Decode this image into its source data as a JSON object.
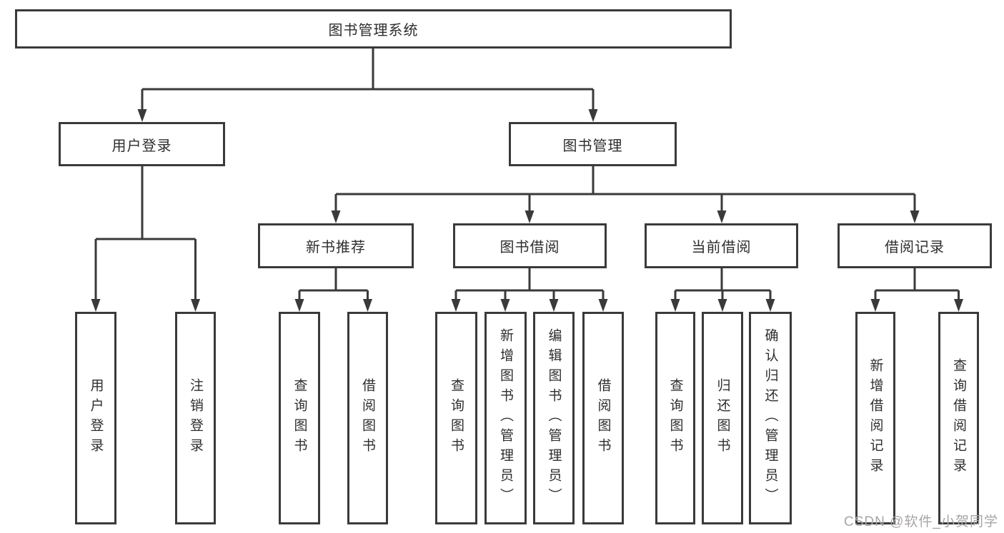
{
  "diagram": {
    "type": "hierarchy-tree",
    "title": "图书管理系统"
  },
  "nodes": {
    "root": {
      "label": "图书管理系统",
      "level": 1
    },
    "user_login": {
      "label": "用户登录",
      "level": 2
    },
    "book_mgmt": {
      "label": "图书管理",
      "level": 2
    },
    "new_book_rec": {
      "label": "新书推荐",
      "level": 3
    },
    "book_borrow": {
      "label": "图书借阅",
      "level": 3
    },
    "current_borrow": {
      "label": "当前借阅",
      "level": 3
    },
    "borrow_records": {
      "label": "借阅记录",
      "level": 3
    },
    "user_login_leaf": {
      "label": "用户登录",
      "parent": "用户登录"
    },
    "logout_leaf": {
      "label": "注销登录",
      "parent": "用户登录"
    },
    "rec_query_book": {
      "label": "查询图书",
      "parent": "新书推荐"
    },
    "rec_borrow_book": {
      "label": "借阅图书",
      "parent": "新书推荐"
    },
    "bb_query_book": {
      "label": "查询图书",
      "parent": "图书借阅"
    },
    "bb_add_book": {
      "label": "新增图书（管理员）",
      "parent": "图书借阅"
    },
    "bb_edit_book": {
      "label": "编辑图书（管理员）",
      "parent": "图书借阅"
    },
    "bb_borrow_book": {
      "label": "借阅图书",
      "parent": "图书借阅"
    },
    "cb_query_book": {
      "label": "查询图书",
      "parent": "当前借阅"
    },
    "cb_return_book": {
      "label": "归还图书",
      "parent": "当前借阅"
    },
    "cb_confirm_return": {
      "label": "确认归还（管理员）",
      "parent": "当前借阅"
    },
    "br_add_record": {
      "label": "新增借阅记录",
      "parent": "借阅记录"
    },
    "br_query_record": {
      "label": "查询借阅记录",
      "parent": "借阅记录"
    }
  },
  "watermark": {
    "text": "CSDN @软件_小贺同学"
  },
  "colors": {
    "line": "#3a3a3a",
    "box_border": "#3a3a3a",
    "text": "#2e2e2e",
    "watermark": "#a8a4a4",
    "background": "#ffffff"
  }
}
